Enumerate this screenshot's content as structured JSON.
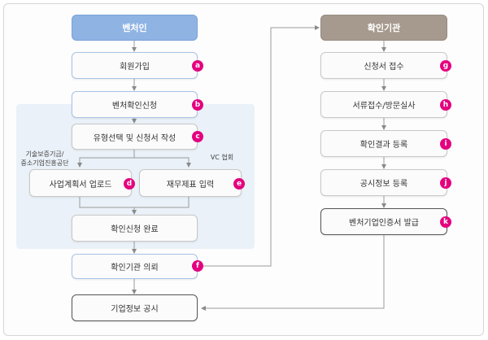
{
  "left_header": "벤처인",
  "right_header": "확인기관",
  "left_steps": {
    "signup": {
      "label": "회원가입",
      "badge": "a"
    },
    "apply": {
      "label": "벤처확인신청",
      "badge": "b"
    },
    "type_select": {
      "label": "유형선택 및 신청서 작성",
      "badge": "c"
    },
    "plan_upload": {
      "label": "사업계획서 업로드",
      "badge": "d"
    },
    "finance_input": {
      "label": "재무제표 입력",
      "badge": "e"
    },
    "apply_done": {
      "label": "확인신청 완료"
    },
    "request": {
      "label": "확인기관 의뢰",
      "badge": "f"
    },
    "publish": {
      "label": "기업정보 공시"
    }
  },
  "notes": {
    "left_branch": "기술보증기금/\n중소기업진흥공단",
    "right_branch": "VC 협회"
  },
  "right_steps": {
    "receive": {
      "label": "신청서 접수",
      "badge": "g"
    },
    "review": {
      "label": "서류접수/방문실사",
      "badge": "h"
    },
    "register": {
      "label": "확인결과 등록",
      "badge": "i"
    },
    "disclose": {
      "label": "공시정보 등록",
      "badge": "j"
    },
    "issue": {
      "label": "벤처기업인증서 발급",
      "badge": "k"
    }
  },
  "colors": {
    "left_header_bg": "#8fb3e3",
    "right_header_bg": "#a69a8f",
    "badge": "#e4007f",
    "group_bg": "#eaf1f8"
  }
}
